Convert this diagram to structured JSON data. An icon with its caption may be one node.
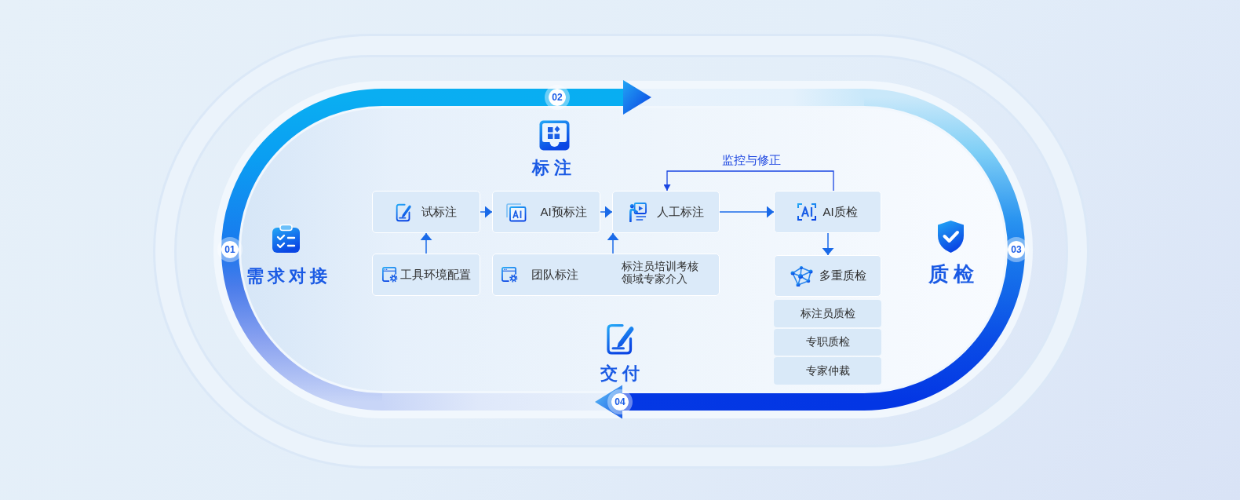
{
  "diagram": {
    "nodes": [
      {
        "text": [
          "01"
        ]
      },
      {
        "text": [
          "02"
        ]
      },
      {
        "text": [
          "试标注"
        ]
      },
      {
        "text": [
          "AI预标注"
        ]
      },
      {
        "text": [
          "人工标注"
        ]
      },
      {
        "text": [
          "工具环境配置"
        ]
      },
      {
        "text": [
          "团队标注",
          "标注员培训考核",
          "领域专家介入"
        ]
      },
      {
        "text": [
          "AI质检"
        ]
      },
      {
        "text": [
          "多重质检"
        ]
      },
      {
        "text": [
          "标注员质检"
        ]
      },
      {
        "text": [
          "专职质检"
        ]
      },
      {
        "text": [
          "专家仲裁"
        ]
      },
      {
        "text": [
          "03"
        ]
      },
      {
        "text": [
          "04"
        ]
      }
    ],
    "edges": [
      {
        "from": 2,
        "to": 3,
        "arrow": "to"
      },
      {
        "from": 3,
        "to": 4,
        "arrow": "to"
      },
      {
        "from": 5,
        "to": 2,
        "arrow": "to"
      },
      {
        "from": 6,
        "to": 4,
        "arrow": "to"
      },
      {
        "from": 4,
        "to": 7,
        "arrow": "to"
      },
      {
        "from": 7,
        "to": 8,
        "arrow": "to"
      },
      {
        "from": 7,
        "to": 4,
        "arrow": "to",
        "label": "监控与修正"
      }
    ],
    "labels": [
      "需求对接",
      "标注",
      "质检",
      "交付"
    ]
  }
}
